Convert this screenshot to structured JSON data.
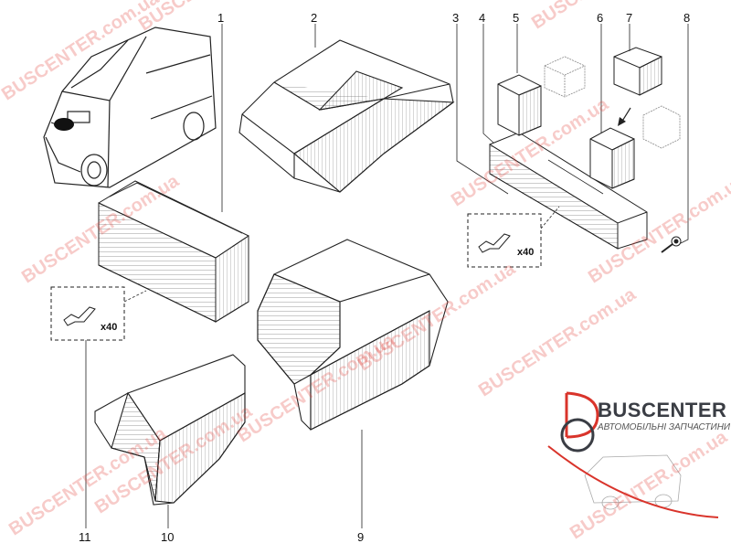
{
  "callouts": [
    "1",
    "2",
    "3",
    "4",
    "5",
    "6",
    "7",
    "8",
    "9",
    "10",
    "11"
  ],
  "quantities": {
    "a": "x40",
    "b": "x40"
  },
  "watermark": "BUSCENTER.com.ua",
  "logo": {
    "name": "BUSCENTER",
    "tagline": "АВТОМОБІЛЬНІ ЗАПЧАСТИНИ"
  },
  "colors": {
    "ink": "#222222",
    "watermark": "#e1463c",
    "logo_red": "#d9342b",
    "logo_gray": "#3a3d44"
  }
}
